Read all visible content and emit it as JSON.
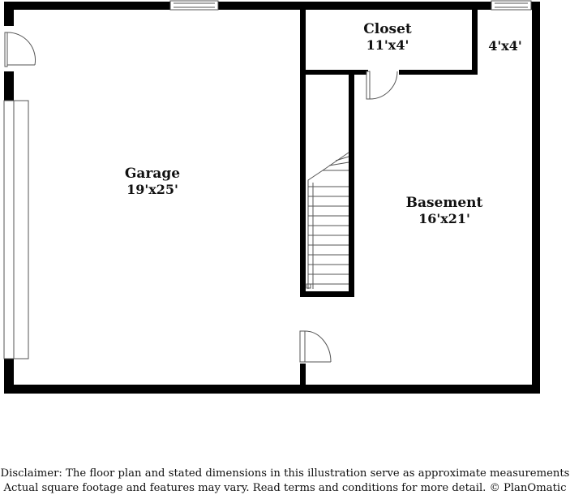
{
  "rooms": {
    "garage": {
      "name": "Garage",
      "dims": "19'x25'"
    },
    "closet": {
      "name": "Closet",
      "dims": "11'x4'"
    },
    "small": {
      "name": "",
      "dims": "4'x4'"
    },
    "basement": {
      "name": "Basement",
      "dims": "16'x21'"
    }
  },
  "disclaimer": {
    "line1": "Disclaimer: The floor plan and stated dimensions in this illustration serve as approximate measurements",
    "line2": "Actual square footage and features may vary. Read terms and conditions for more detail. © PlanOmatic"
  },
  "colors": {
    "wall": "#000000",
    "line": "#555555",
    "background": "#ffffff"
  }
}
